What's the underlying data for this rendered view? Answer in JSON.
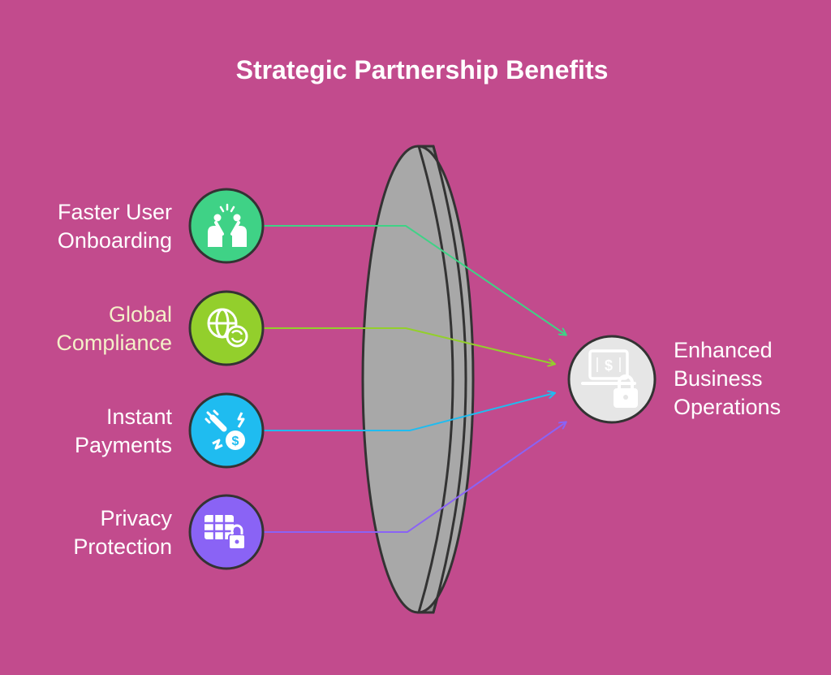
{
  "title": "Strategic Partnership Benefits",
  "inputs": [
    {
      "line1": "Faster User",
      "line2": "Onboarding",
      "color": "#3fd286",
      "icon": "high-five-icon"
    },
    {
      "line1": "Global",
      "line2": "Compliance",
      "color": "#93cf2c",
      "icon": "globe-sync-icon"
    },
    {
      "line1": "Instant",
      "line2": "Payments",
      "color": "#1fbcf0",
      "icon": "plug-dollar-icon"
    },
    {
      "line1": "Privacy",
      "line2": "Protection",
      "color": "#8a63f5",
      "icon": "table-lock-icon"
    }
  ],
  "output": {
    "line1": "Enhanced",
    "line2": "Business",
    "line3": "Operations",
    "color": "#e6e6e6",
    "icon": "laptop-dollar-lock-icon"
  },
  "colors": {
    "background": "#c24b8d",
    "lens": "#a8a8a8",
    "lens_outline": "#333333"
  }
}
